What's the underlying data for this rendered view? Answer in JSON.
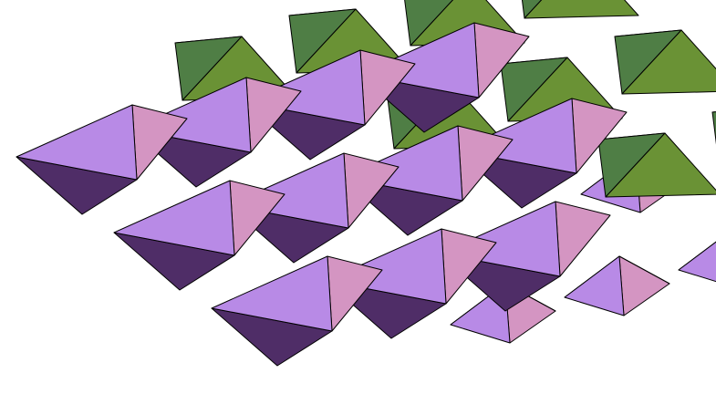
{
  "diagram": {
    "kind": "polyhedral-layer",
    "background": "#ffffff",
    "edge_color": "#000000",
    "octahedron_rows": [
      4,
      4,
      3
    ],
    "octahedron_colors": {
      "top_face": "#b88ae6",
      "right_face": "#d495c2",
      "bottom_face": "#4f2d67"
    },
    "tetrahedron_colors": {
      "left_face": "#4f7e45",
      "right_face": "#6a9235",
      "top_face": "#17c57a"
    }
  }
}
